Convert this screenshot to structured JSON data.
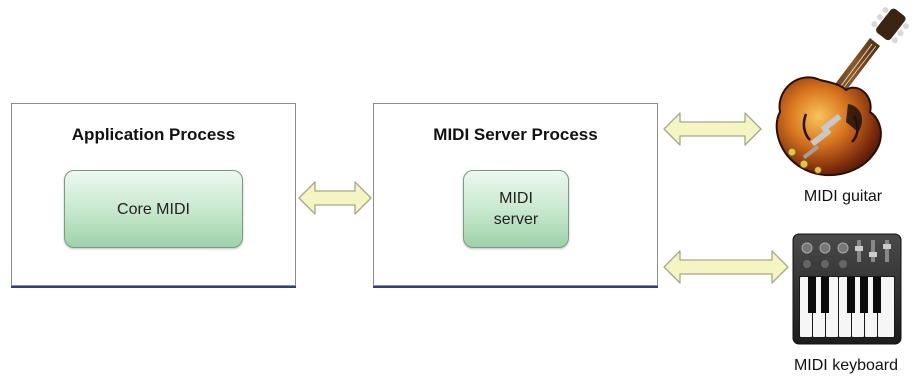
{
  "application_process": {
    "title": "Application Process",
    "component": "Core MIDI"
  },
  "midi_server_process": {
    "title": "MIDI Server Process",
    "component_line1": "MIDI",
    "component_line2": "server"
  },
  "devices": {
    "guitar_label": "MIDI guitar",
    "keyboard_label": "MIDI keyboard"
  },
  "icons": {
    "guitar": "guitar-icon",
    "keyboard": "piano-keyboard-icon",
    "arrow": "double-headed-arrow-icon"
  },
  "colors": {
    "arrow_fill": "#f5f5c4",
    "arrow_stroke": "#a7a78a",
    "component_green": "#a8d6b2",
    "box_shadow_blue": "#2f3f86"
  }
}
